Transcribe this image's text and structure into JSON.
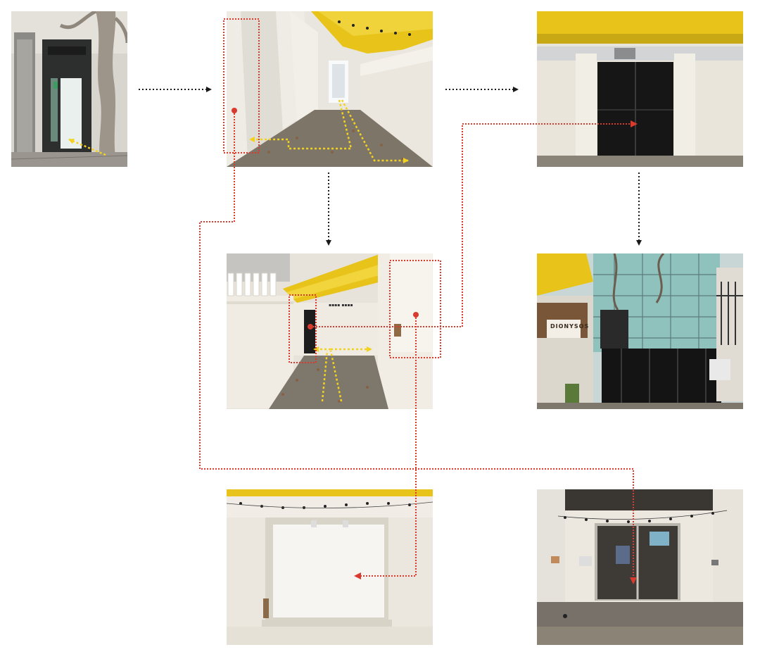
{
  "diagram": {
    "photos": [
      {
        "id": "p1",
        "subject": "street entrance doorway beside plane tree"
      },
      {
        "id": "p2",
        "subject": "long white corridor with yellow awning"
      },
      {
        "id": "p3",
        "subject": "black metal gate in white wall"
      },
      {
        "id": "p4",
        "subject": "courtyard corner with awning and recess"
      },
      {
        "id": "p5",
        "subject": "glass greenhouse with sign and black gate"
      },
      {
        "id": "p6",
        "subject": "white recessed wall panel under awning"
      },
      {
        "id": "p7",
        "subject": "glass door entrance with string lights"
      }
    ],
    "sign_text": "DIONYSOS",
    "colors": {
      "sequence_arrow": "#1a1a1a",
      "walk_path": "#f3d21f",
      "view_link": "#d93a2e",
      "awning": "#e8c41a",
      "wall": "#ece8df",
      "floor": "#7d7568"
    }
  }
}
